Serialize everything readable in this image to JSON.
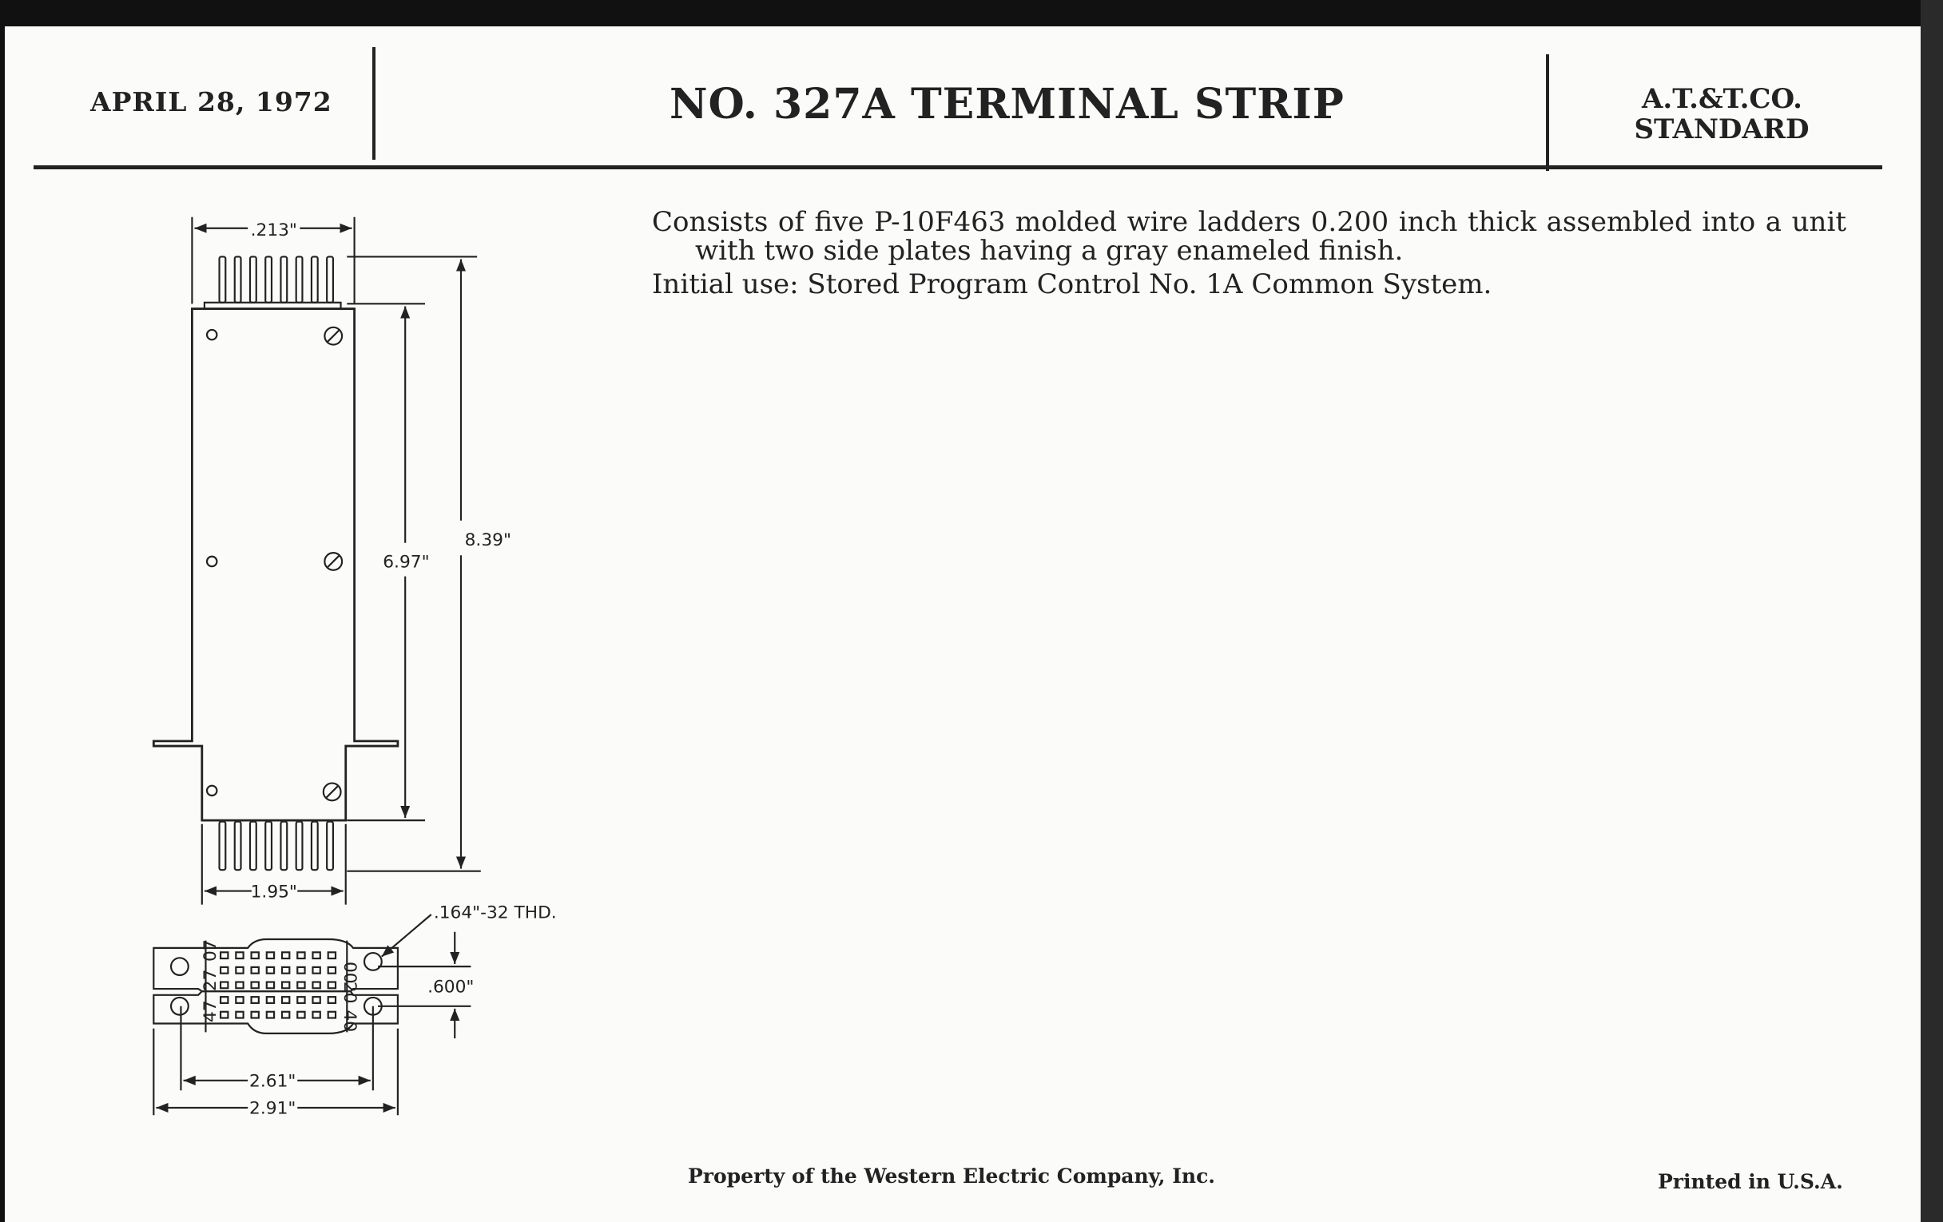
{
  "header": {
    "date": "APRIL 28, 1972",
    "title": "NO. 327A TERMINAL STRIP",
    "standard_line1": "A.T.&T.CO.",
    "standard_line2": "STANDARD"
  },
  "description": {
    "line1": "Consists of five P-10F463 molded wire ladders 0.200 inch thick assembled into a unit",
    "line2": "with two side plates having a gray enameled finish.",
    "line3": "Initial use:  Stored Program Control No. 1A Common System."
  },
  "drawing": {
    "dim_top_width": ".213\"",
    "dim_overall_height": "8.39\"",
    "dim_body_height": "6.97\"",
    "dim_bottom_width": "1.95\"",
    "dim_thread": ".164\"-32 THD.",
    "dim_spacing": ".600\"",
    "dim_hole_centers": "2.61\"",
    "dim_overall_width": "2.91\"",
    "terminal_labels": [
      "07",
      "00",
      "27",
      "20",
      "47",
      "40"
    ]
  },
  "footer": {
    "property": "Property of the Western Electric Company, Inc.",
    "printed": "Printed in U.S.A."
  }
}
